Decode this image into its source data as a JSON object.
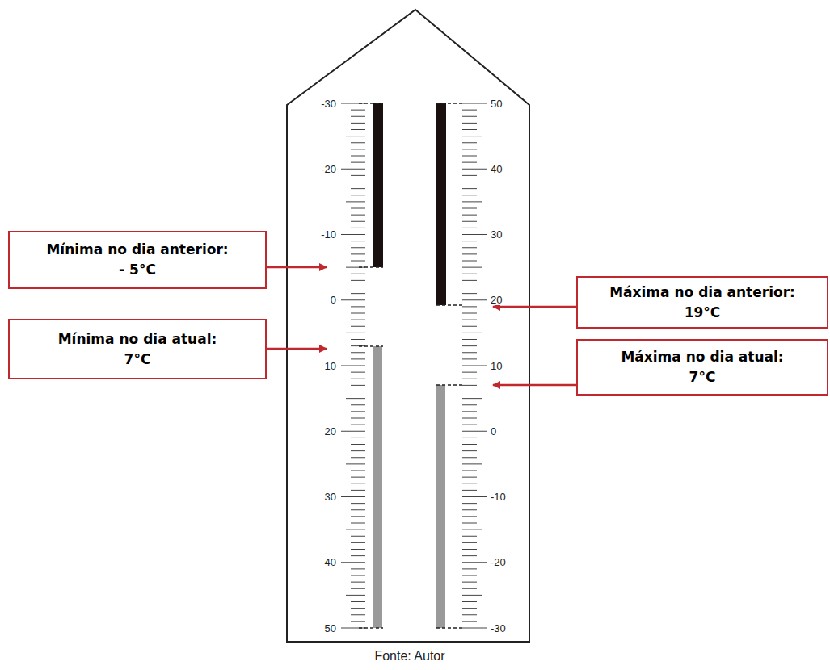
{
  "diagram": {
    "caption": "Fonte: Autor",
    "nodes": [
      {
        "text": [
          "Mínima no dia anterior:",
          "- 5°C"
        ]
      },
      {
        "text": [
          "Mínima no dia atual:",
          "7°C"
        ]
      },
      {
        "text": [
          "Máxima no dia anterior:",
          "19°C"
        ]
      },
      {
        "text": [
          "Máxima no dia atual:",
          "7°C"
        ]
      }
    ],
    "labels": [
      "-30",
      "-20",
      "-10",
      "0",
      "10",
      "20",
      "30",
      "40",
      "50",
      "50",
      "40",
      "30",
      "20",
      "10",
      "0",
      "-10",
      "-20",
      "-30"
    ]
  }
}
